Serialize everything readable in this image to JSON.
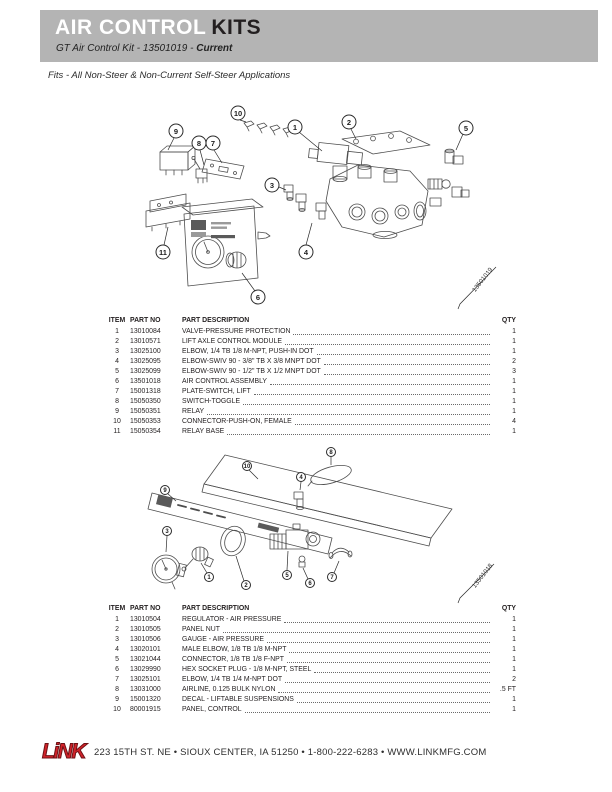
{
  "header": {
    "title_primary": "AIR CONTROL",
    "title_secondary": "KITS",
    "subtitle_prefix": "GT Air Control Kit - 13501019 - ",
    "subtitle_emphasis": "Current"
  },
  "fits_note": "Fits - All Non-Steer & Non-Current Self-Steer Applications",
  "colors": {
    "header_bg": "#b4b4b4",
    "ink": "#231f20",
    "logo_red": "#d2232a"
  },
  "diagram1": {
    "part_label": "13501019",
    "callouts": [
      "1",
      "2",
      "3",
      "4",
      "5",
      "6",
      "7",
      "8",
      "9",
      "10",
      "11"
    ]
  },
  "diagram2": {
    "part_label": "13501018",
    "callouts": [
      "1",
      "2",
      "3",
      "4",
      "5",
      "6",
      "7",
      "8",
      "9",
      "10"
    ]
  },
  "table1": {
    "headers": {
      "item": "ITEM",
      "part_no": "PART NO",
      "description": "PART DESCRIPTION",
      "qty": "QTY"
    },
    "rows": [
      {
        "item": "1",
        "part_no": "13010084",
        "description": "VALVE-PRESSURE PROTECTION",
        "qty": "1"
      },
      {
        "item": "2",
        "part_no": "13010571",
        "description": "LIFT AXLE CONTROL MODULE",
        "qty": "1"
      },
      {
        "item": "3",
        "part_no": "13025100",
        "description": "ELBOW, 1/4 TB 1/8 M-NPT, PUSH-IN DOT",
        "qty": "1"
      },
      {
        "item": "4",
        "part_no": "13025095",
        "description": "ELBOW-SWIV 90 - 3/8\" TB X 3/8 MNPT DOT",
        "qty": "2"
      },
      {
        "item": "5",
        "part_no": "13025099",
        "description": "ELBOW-SWIV 90 - 1/2\" TB X 1/2 MNPT DOT",
        "qty": "3"
      },
      {
        "item": "6",
        "part_no": "13501018",
        "description": "AIR CONTROL ASSEMBLY",
        "qty": "1"
      },
      {
        "item": "7",
        "part_no": "15001318",
        "description": "PLATE-SWITCH, LIFT",
        "qty": "1"
      },
      {
        "item": "8",
        "part_no": "15050350",
        "description": "SWITCH-TOGGLE",
        "qty": "1"
      },
      {
        "item": "9",
        "part_no": "15050351",
        "description": "RELAY",
        "qty": "1"
      },
      {
        "item": "10",
        "part_no": "15050353",
        "description": "CONNECTOR-PUSH-ON, FEMALE",
        "qty": "4"
      },
      {
        "item": "11",
        "part_no": "15050354",
        "description": "RELAY BASE",
        "qty": "1"
      }
    ]
  },
  "table2": {
    "headers": {
      "item": "ITEM",
      "part_no": "PART NO",
      "description": "PART DESCRIPTION",
      "qty": "QTY"
    },
    "rows": [
      {
        "item": "1",
        "part_no": "13010504",
        "description": "REGULATOR - AIR PRESSURE",
        "qty": "1"
      },
      {
        "item": "2",
        "part_no": "13010505",
        "description": "PANEL NUT",
        "qty": "1"
      },
      {
        "item": "3",
        "part_no": "13010506",
        "description": "GAUGE - AIR PRESSURE",
        "qty": "1"
      },
      {
        "item": "4",
        "part_no": "13020101",
        "description": "MALE ELBOW, 1/8 TB 1/8 M-NPT",
        "qty": "1"
      },
      {
        "item": "5",
        "part_no": "13021044",
        "description": "CONNECTOR, 1/8 TB 1/8 F-NPT",
        "qty": "1"
      },
      {
        "item": "6",
        "part_no": "13029990",
        "description": "HEX SOCKET PLUG - 1/8 M-NPT, STEEL",
        "qty": "1"
      },
      {
        "item": "7",
        "part_no": "13025101",
        "description": "ELBOW, 1/4 TB 1/4 M-NPT DOT",
        "qty": "2"
      },
      {
        "item": "8",
        "part_no": "13031000",
        "description": "AIRLINE, 0.125 BULK NYLON",
        "qty": ".5 FT"
      },
      {
        "item": "9",
        "part_no": "15001320",
        "description": "DECAL - LIFTABLE SUSPENSIONS",
        "qty": "1"
      },
      {
        "item": "10",
        "part_no": "80001915",
        "description": "PANEL, CONTROL",
        "qty": "1"
      }
    ]
  },
  "footer": {
    "logo_text": "LiNK",
    "address": "223 15TH ST. NE • SIOUX CENTER, IA 51250 • 1-800-222-6283 • WWW.LINKMFG.COM"
  }
}
